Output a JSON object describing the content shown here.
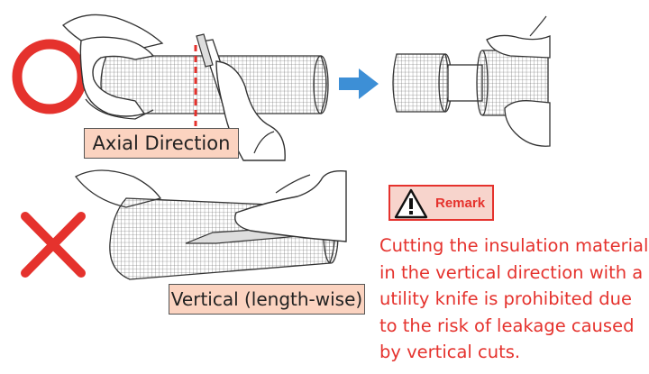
{
  "labels": {
    "axial": "Axial Direction",
    "vertical": "Vertical (length-wise)"
  },
  "remark": {
    "title": "Remark"
  },
  "warning_lines": [
    "Cutting the insulation material",
    "in the vertical direction with a",
    "utility knife is prohibited due",
    "to the risk of leakage caused",
    "by vertical cuts."
  ],
  "colors": {
    "correct_mark": "#e5322d",
    "wrong_mark": "#e5322d",
    "arrow": "#3d8fd6",
    "label_bg": "#fbd3c0",
    "warning_text": "#e5322d",
    "cut_line": "#e5322d"
  },
  "icons": {
    "correct": "circle-correct-icon",
    "wrong": "cross-wrong-icon",
    "arrow": "arrow-right-icon",
    "warning": "warning-triangle-icon"
  }
}
